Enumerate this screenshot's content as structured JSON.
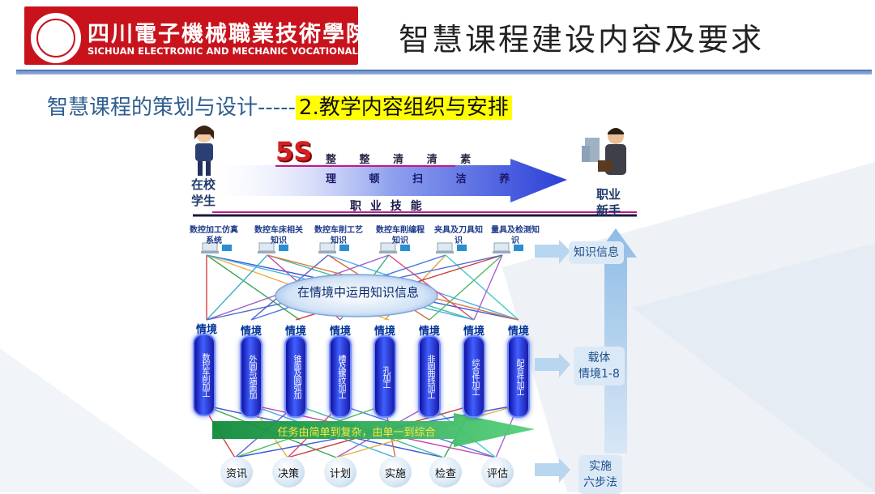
{
  "header": {
    "logo_cn": "四川電子機械職業技術學院",
    "logo_en": "SICHUAN ELECTRONIC AND MECHANIC VOCATIONAL COLLEGE",
    "title": "智慧课程建设内容及要求"
  },
  "subtitle": {
    "prefix": "智慧课程的策划与设计-----",
    "highlight": "2.教学内容组织与安排"
  },
  "diagram": {
    "fives_badge": "5S",
    "fives_row1": "整 整 清 清 素",
    "fives_row2": "理 顿 扫 洁 养",
    "student_label": "在校\n学生",
    "pro_label": "职业\n新手",
    "skills_label": "职 业 技 能",
    "categories": [
      "数控加工仿真系统",
      "数控车床相关知识",
      "数控车削工艺知识",
      "数控车削编程知识",
      "夹具及刀具知识",
      "量具及检测知识"
    ],
    "apply_label": "在情境中运用知识信息",
    "context_head": "情境",
    "contexts": [
      "数控车削加工",
      "外圆与端面加",
      "锥面及圆弧加",
      "槽及螺纹加工",
      "孔加工",
      "非圆曲线加工",
      "综合件加工",
      "配合件加工"
    ],
    "task_text": "任务由简单到复杂，由单一到综合",
    "steps": [
      "资讯",
      "决策",
      "计划",
      "实施",
      "检查",
      "评估"
    ],
    "side_knowledge": "知识信息",
    "side_carrier": "载体\n情境1-8",
    "side_six": "实施\n六步法"
  },
  "colors": {
    "brand_red": "#c8131d",
    "title_blue": "#2f5d8f",
    "highlight_yellow": "#ffff00",
    "pill_blue": "#2020c0",
    "arrow_blue": "#3a4ee0",
    "task_green": "#2aa84a"
  }
}
